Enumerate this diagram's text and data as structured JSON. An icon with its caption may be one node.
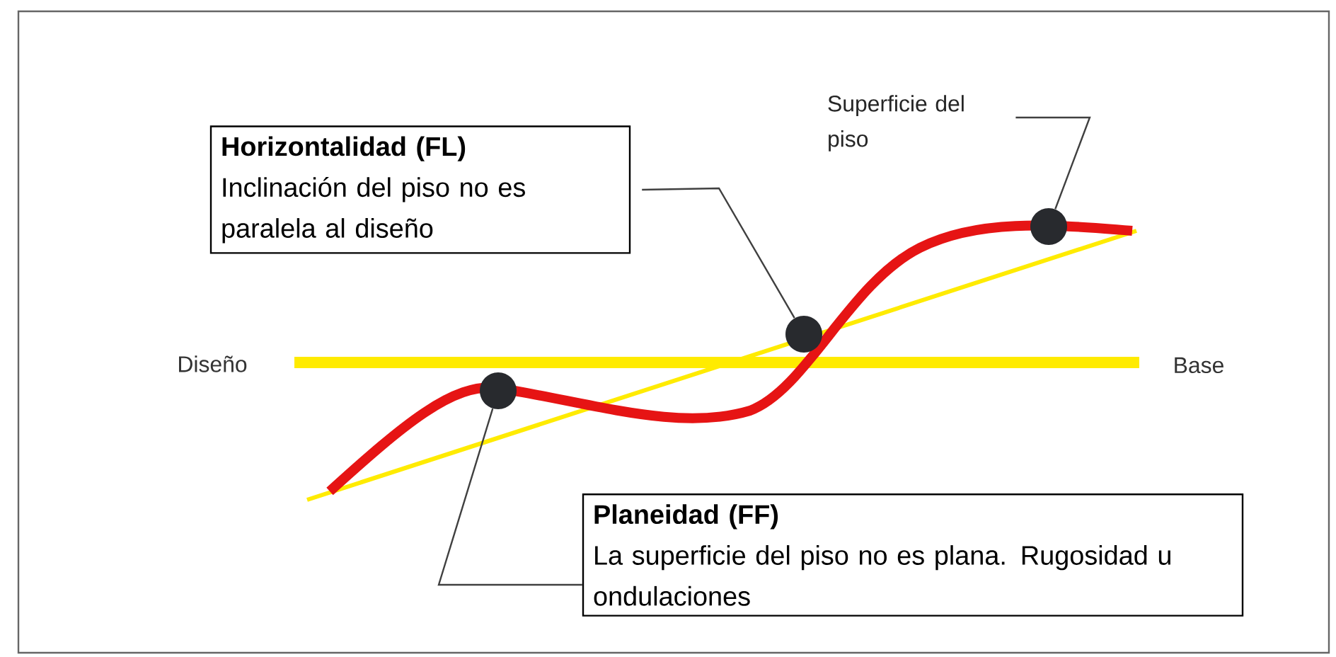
{
  "diagram": {
    "nodes": [
      {
        "text": [
          "Horizontalidad (FL)",
          "Inclinación del piso no es paralela al diseño"
        ]
      },
      {
        "text": [],
        "shape": "circle"
      },
      {
        "text": [
          "Superficie del piso"
        ]
      },
      {
        "text": [],
        "shape": "circle"
      },
      {
        "text": [
          "Planeidad (FF)",
          "La superficie del piso no es plana. Rugosidad u ondulaciones"
        ]
      },
      {
        "text": [],
        "shape": "circle"
      }
    ],
    "edges": [
      {
        "from": 0,
        "to": 1,
        "arrow": "none"
      },
      {
        "from": 2,
        "to": 3,
        "arrow": "none"
      },
      {
        "from": 4,
        "to": 5,
        "arrow": "none"
      }
    ],
    "labels": [
      "Diseño",
      "Base"
    ]
  }
}
